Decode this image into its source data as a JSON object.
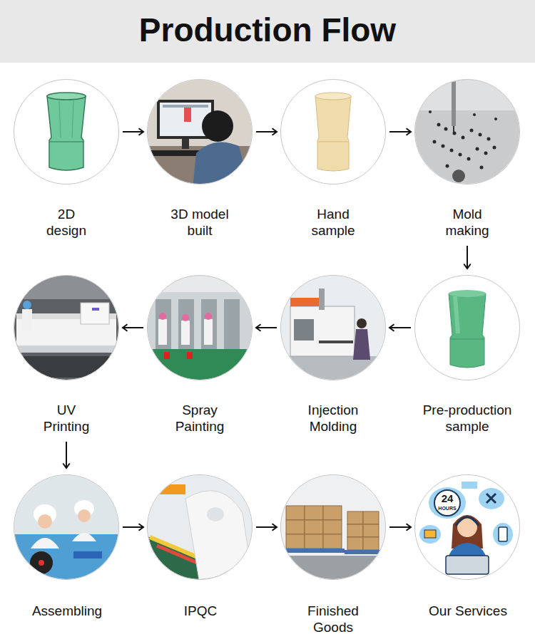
{
  "diagram": {
    "title": "Production Flow",
    "nodes": [
      {
        "text": [
          "2D design"
        ]
      },
      {
        "text": [
          "3D model built"
        ]
      },
      {
        "text": [
          "Hand sample"
        ]
      },
      {
        "text": [
          "Mold making"
        ]
      },
      {
        "text": [
          "Pre-production sample"
        ]
      },
      {
        "text": [
          "Injection Molding"
        ]
      },
      {
        "text": [
          "Spray Painting"
        ]
      },
      {
        "text": [
          "UV Printing"
        ]
      },
      {
        "text": [
          "Assembling"
        ]
      },
      {
        "text": [
          "IPQC"
        ]
      },
      {
        "text": [
          "Finished Goods"
        ]
      },
      {
        "text": [
          "Our Services"
        ]
      }
    ],
    "edges": [
      {
        "from": 0,
        "to": 1,
        "arrow": "to"
      },
      {
        "from": 1,
        "to": 2,
        "arrow": "to"
      },
      {
        "from": 2,
        "to": 3,
        "arrow": "to"
      },
      {
        "from": 3,
        "to": 4,
        "arrow": "to"
      },
      {
        "from": 4,
        "to": 5,
        "arrow": "to"
      },
      {
        "from": 5,
        "to": 6,
        "arrow": "to"
      },
      {
        "from": 6,
        "to": 7,
        "arrow": "to"
      },
      {
        "from": 7,
        "to": 8,
        "arrow": "to"
      },
      {
        "from": 8,
        "to": 9,
        "arrow": "to"
      },
      {
        "from": 9,
        "to": 10,
        "arrow": "to"
      },
      {
        "from": 10,
        "to": 11,
        "arrow": "to"
      }
    ],
    "labels": [
      "24",
      "HOURS"
    ]
  }
}
